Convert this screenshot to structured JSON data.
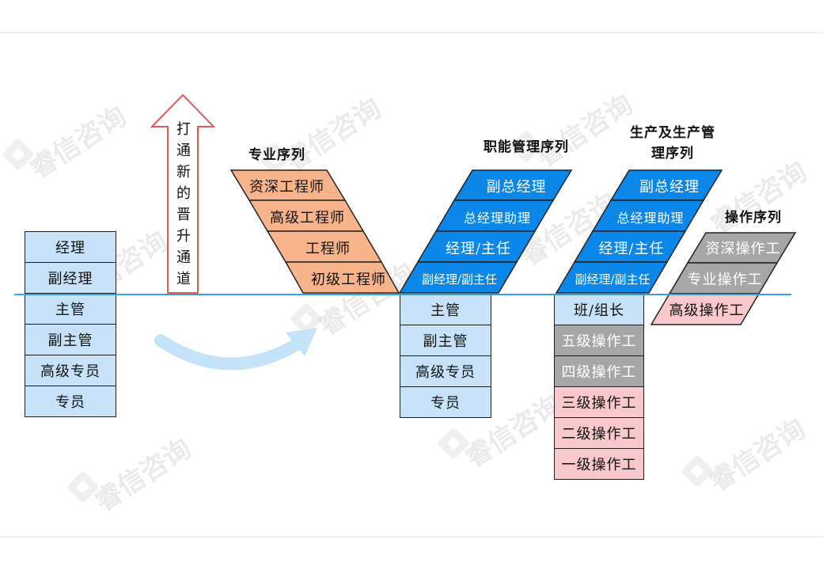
{
  "watermark": "睿信咨询",
  "arrow_text": "打通新的晋升通道",
  "left_column": [
    "经理",
    "副经理",
    "主管",
    "副主管",
    "高级专员",
    "专员"
  ],
  "professional": {
    "title": "专业序列",
    "items": [
      "资深工程师",
      "高级工程师",
      "工程师",
      "初级工程师"
    ]
  },
  "functional": {
    "title": "职能管理序列",
    "upper": [
      "副总经理",
      "总经理助理",
      "经理/主任",
      "副经理/副主任"
    ],
    "lower": [
      "主管",
      "副主管",
      "高级专员",
      "专员"
    ]
  },
  "production": {
    "title_line1": "生产及生产管",
    "title_line2": "理序列",
    "upper": [
      "副总经理",
      "总经理助理",
      "经理/主任",
      "副经理/副主任"
    ],
    "lower": [
      "班/组长",
      "五级操作工",
      "四级操作工",
      "三级操作工",
      "二级操作工",
      "一级操作工"
    ]
  },
  "operation": {
    "title": "操作序列",
    "items": [
      "资深操作工",
      "专业操作工",
      "高级操作工"
    ]
  },
  "colors": {
    "light_blue": "#c7e2f8",
    "blue": "#0a87e8",
    "orange": "#f7b48a",
    "gray": "#a6a6a6",
    "pink": "#f8c8cc",
    "line": "#37a0e6",
    "arrow_outline": "#e05a5a"
  }
}
